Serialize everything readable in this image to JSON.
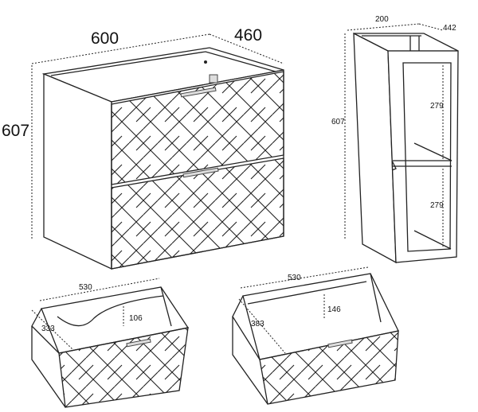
{
  "vanity": {
    "width_label": "600",
    "depth_label": "460",
    "height_label": "607"
  },
  "side_cabinet": {
    "width_label": "200",
    "depth_label": "442",
    "height_label": "607",
    "upper_shelf_label": "279",
    "lower_shelf_label": "279"
  },
  "drawer_top": {
    "width_label": "530",
    "depth_label": "333",
    "height_label": "106"
  },
  "drawer_bottom": {
    "width_label": "530",
    "depth_label": "383",
    "height_label": "146"
  }
}
